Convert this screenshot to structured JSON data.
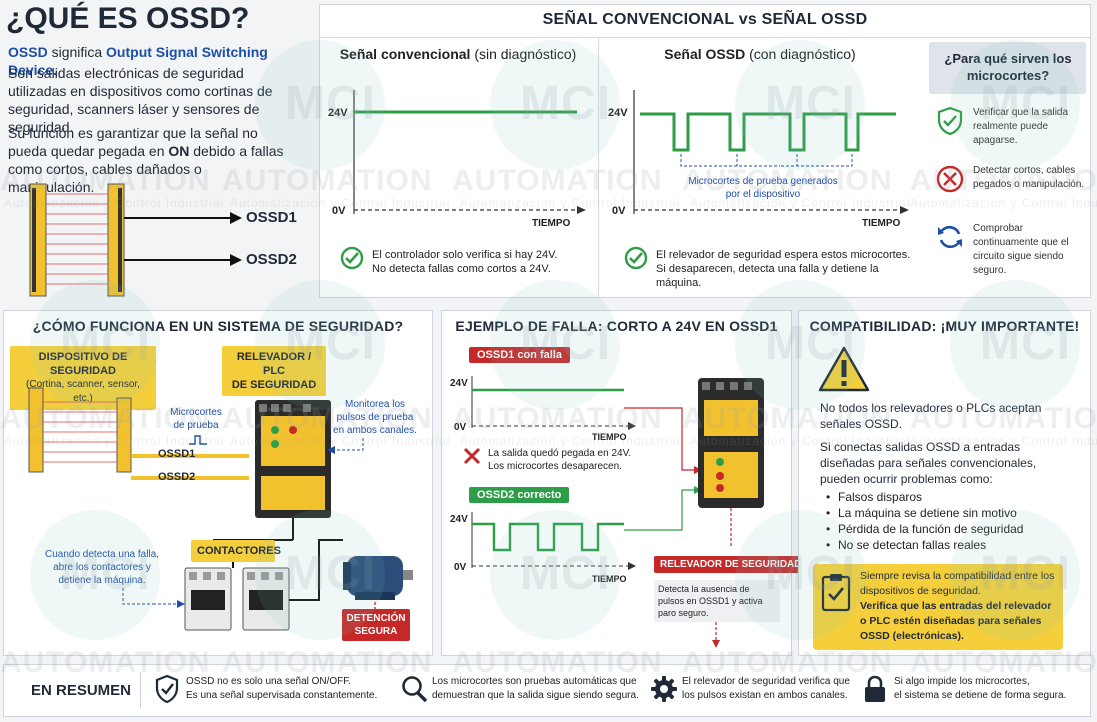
{
  "header": {
    "title": "¿QUÉ ES OSSD?",
    "intro_lead": "OSSD",
    "intro_mid": " significa ",
    "intro_full": "Output Signal Switching Device.",
    "para1": "Son salidas electrónicas de seguridad utilizadas en dispositivos como cortinas de seguridad, scanners láser y sensores de seguridad.",
    "para2_a": "Su función es garantizar que la señal no pueda quedar pegada en ",
    "para2_on": "ON",
    "para2_b": " debido a fallas como cortos, cables dañados o manipulación.",
    "ossd1": "OSSD1",
    "ossd2": "OSSD2"
  },
  "signal_panel": {
    "title": "SEÑAL CONVENCIONAL vs SEÑAL OSSD",
    "conv_bold": "Señal convencional",
    "conv_rest": " (sin diagnóstico)",
    "ossd_bold": "Señal OSSD",
    "ossd_rest": " (con diagnóstico)",
    "v24": "24V",
    "v0": "0V",
    "time": "TIEMPO",
    "micro_note": "Microcortes de prueba generados por el dispositivo",
    "conv_note_1": "El controlador solo verifica si hay 24V.",
    "conv_note_2": "No detecta fallas como cortos a 24V.",
    "ossd_note_1": "El relevador de seguridad espera estos microcortes.",
    "ossd_note_2": "Si desaparecen, detecta una falla y detiene la máquina."
  },
  "side": {
    "title": "¿Para qué sirven los microcortes?",
    "items": [
      {
        "icon": "shield-check-icon",
        "text": "Verificar que la salida realmente puede apagarse."
      },
      {
        "icon": "x-circle-icon",
        "text": "Detectar cortos, cables pegados o manipulación."
      },
      {
        "icon": "refresh-icon",
        "text": "Comprobar continuamente que el circuito sigue siendo seguro."
      }
    ]
  },
  "system": {
    "title": "¿CÓMO FUNCIONA EN UN SISTEMA DE SEGURIDAD?",
    "device_label": "DISPOSITIVO DE SEGURIDAD",
    "device_sub": "(Cortina, scanner, sensor, etc.)",
    "relay_label_1": "RELEVADOR / PLC",
    "relay_label_2": "DE SEGURIDAD",
    "micro_label_1": "Microcortes",
    "micro_label_2": "de prueba",
    "monitor_note": "Monitorea los pulsos de prueba en ambos canales.",
    "ossd1": "OSSD1",
    "ossd2": "OSSD2",
    "contactors": "CONTACTORES",
    "detect_note": "Cuando detecta una falla, abre los contactores y detiene la máquina.",
    "stop_1": "DETENCIÓN",
    "stop_2": "SEGURA"
  },
  "fault": {
    "title": "EJEMPLO DE FALLA: CORTO A 24V EN OSSD1",
    "ossd1_tag": "OSSD1 con falla",
    "ossd2_tag": "OSSD2 correcto",
    "v24": "24V",
    "v0": "0V",
    "time": "TIEMPO",
    "fail_note_1": "La salida quedó pegada en 24V.",
    "fail_note_2": "Los microcortes desaparecen.",
    "relay_tag": "RELEVADOR DE SEGURIDAD",
    "relay_note": "Detecta la ausencia de pulsos en OSSD1 y activa paro seguro."
  },
  "compat": {
    "title": "COMPATIBILIDAD: ¡MUY IMPORTANTE!",
    "p1": "No todos los relevadores o PLCs aceptan señales OSSD.",
    "p2": "Si conectas salidas OSSD a entradas diseñadas para señales convencionales, pueden ocurrir problemas como:",
    "bullets": [
      "Falsos disparos",
      "La máquina se detiene sin motivo",
      "Pérdida de la función de seguridad",
      "No se detectan fallas reales"
    ],
    "tip_normal": "Siempre revisa la compatibilidad entre los dispositivos de seguridad.",
    "tip_bold": "Verifica que las entradas del relevador o PLC estén diseñadas para señales OSSD (electrónicas)."
  },
  "summary": {
    "title": "EN RESUMEN",
    "items": [
      {
        "icon": "shield-check-icon",
        "line1": "OSSD no es solo una señal ON/OFF.",
        "line2": "Es una señal supervisada constantemente."
      },
      {
        "icon": "search-icon",
        "line1": "Los microcortes son pruebas automáticas que",
        "line2": "demuestran que la salida sigue siendo segura."
      },
      {
        "icon": "gear-icon",
        "line1": "El relevador de seguridad verifica que",
        "line2": "los pulsos existan en ambos canales."
      },
      {
        "icon": "lock-icon",
        "line1": "Si algo impide los microcortes,",
        "line2": "el sistema se detiene de forma segura."
      }
    ]
  },
  "watermark": {
    "brand": "MCI",
    "word": "AUTOMATION",
    "sub": "Automatización y Control Industrial"
  },
  "colors": {
    "green": "#2e9d47",
    "red": "#c62828",
    "yellow": "#f5cf3b",
    "blue": "#1e4fa8",
    "navy": "#1f2937"
  }
}
